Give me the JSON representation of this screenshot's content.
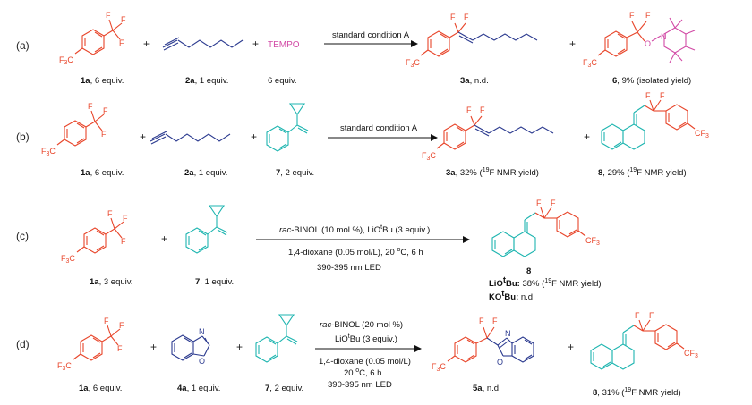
{
  "colors": {
    "reactant": "#e8452a",
    "alkyne": "#2b3a8f",
    "tempo": "#d24aa6",
    "cyclopropyl": "#1eb5b0",
    "text": "#111111"
  },
  "rows": [
    {
      "tag": "(a)",
      "items": [
        {
          "id": "1a",
          "amount": ", 6 equiv."
        },
        {
          "id": "2a",
          "amount": ", 1 equiv."
        },
        {
          "id": "",
          "amount": "6 equiv.",
          "name": "TEMPO"
        }
      ],
      "conditions": [
        "standard condition A"
      ],
      "products": [
        {
          "id": "3a",
          "result": ", n.d."
        },
        {
          "id": "6",
          "result": ", 9% (isolated yield)"
        }
      ]
    },
    {
      "tag": "(b)",
      "items": [
        {
          "id": "1a",
          "amount": ", 6 equiv."
        },
        {
          "id": "2a",
          "amount": ", 1 equiv."
        },
        {
          "id": "7",
          "amount": ", 2 equiv."
        }
      ],
      "conditions": [
        "standard condition A"
      ],
      "products": [
        {
          "id": "3a",
          "result": ", 32% (",
          "sup": "19",
          "tail": "F NMR yield)"
        },
        {
          "id": "8",
          "result": ", 29% (",
          "sup": "19",
          "tail": "F NMR yield)"
        }
      ]
    },
    {
      "tag": "(c)",
      "items": [
        {
          "id": "1a",
          "amount": ", 3 equiv."
        },
        {
          "id": "7",
          "amount": ", 1 equiv."
        }
      ],
      "conditions_c": {
        "line1_pre": "rac",
        "line1_mid": "-BINOL (10 mol %), LiO",
        "line1_sup": "t",
        "line1_post": "Bu (3 equiv.)",
        "line2": "1,4-dioxane (0.05 mol/L), 20 ",
        "line2_sup": "o",
        "line2_post": "C, 6 h",
        "line3": "390-395 nm LED"
      },
      "product_c": {
        "id": "8",
        "lio_label": "LiO",
        "lio_sup": "t",
        "lio_bu": "Bu:",
        "lio_result": " 38% (",
        "lio_sup2": "19",
        "lio_tail": "F NMR yield)",
        "ko_label": "KO",
        "ko_sup": "t",
        "ko_bu": "Bu:",
        "ko_result": " n.d."
      }
    },
    {
      "tag": "(d)",
      "items": [
        {
          "id": "1a",
          "amount": ", 6 equiv."
        },
        {
          "id": "4a",
          "amount": ", 1 equiv."
        },
        {
          "id": "7",
          "amount": ", 2 equiv."
        }
      ],
      "conditions_d": {
        "line1_pre": "rac",
        "line1_post": "-BINOL (20 mol %)",
        "line2": "LiO",
        "line2_sup": "t",
        "line2_post": "Bu (3 equiv.)",
        "line3": "1,4-dioxane (0.05 mol/L)",
        "line4": "20 ",
        "line4_sup": "o",
        "line4_post": "C, 6 h",
        "line5": "390-395 nm LED"
      },
      "products": [
        {
          "id": "5a",
          "result": ", n.d."
        },
        {
          "id": "8",
          "result": ", 31% (",
          "sup": "19",
          "tail": "F NMR yield)"
        }
      ]
    }
  ],
  "atoms": {
    "F": "F",
    "CF3": "CF",
    "CF3_sub": "3",
    "F3C_pre": "F",
    "F3C_sub": "3",
    "F3C_post": "C",
    "O": "O",
    "N": "N"
  },
  "plus": "+"
}
